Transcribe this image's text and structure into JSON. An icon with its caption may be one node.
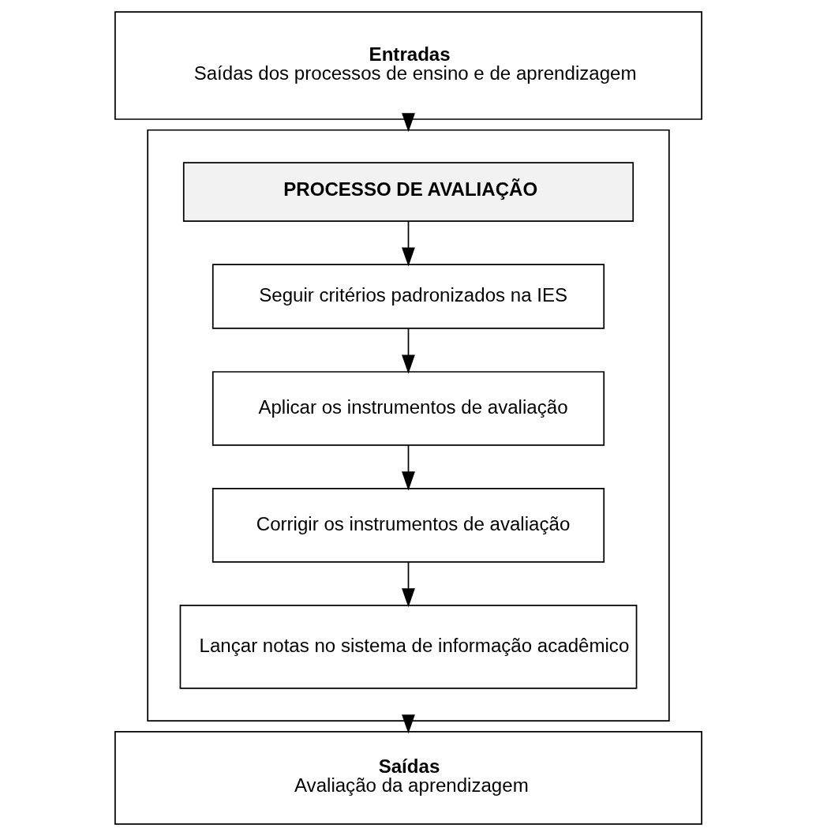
{
  "diagram": {
    "nodes": [
      {
        "text": [
          "Entradas",
          "Saídas dos processos de ensino e de aprendizagem"
        ]
      },
      {
        "text": [],
        "shape": "box"
      },
      {
        "text": [
          "PROCESSO DE AVALIAÇÃO"
        ],
        "in": 1
      },
      {
        "text": [
          "Seguir critérios padronizados na IES"
        ],
        "in": 1
      },
      {
        "text": [
          "Aplicar os instrumentos de avaliação"
        ],
        "in": 1
      },
      {
        "text": [
          "Corrigir os instrumentos de avaliação"
        ],
        "in": 1
      },
      {
        "text": [
          "Lançar notas no sistema de informação acadêmico"
        ],
        "in": 1
      },
      {
        "text": [
          "Saídas",
          "Avaliação da aprendizagem"
        ]
      }
    ],
    "edges": [
      {
        "from": 0,
        "to": 1,
        "arrow": "to"
      },
      {
        "from": 2,
        "to": 3,
        "arrow": "to"
      },
      {
        "from": 3,
        "to": 4,
        "arrow": "to"
      },
      {
        "from": 4,
        "to": 5,
        "arrow": "to"
      },
      {
        "from": 5,
        "to": 6,
        "arrow": "to"
      },
      {
        "from": 1,
        "to": 7,
        "arrow": "to"
      }
    ]
  }
}
